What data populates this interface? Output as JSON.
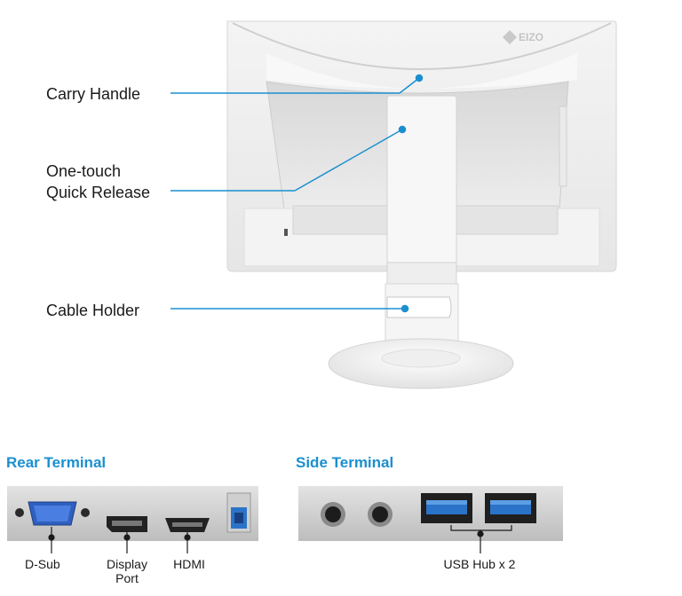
{
  "brand_logo": "EIZO",
  "callouts": {
    "carry_handle": "Carry Handle",
    "quick_release_line1": "One-touch",
    "quick_release_line2": "Quick Release",
    "cable_holder": "Cable Holder"
  },
  "rear_terminal": {
    "title": "Rear Terminal",
    "ports": {
      "dsub": "D-Sub",
      "displayport_line1": "Display",
      "displayport_line2": "Port",
      "hdmi": "HDMI"
    }
  },
  "side_terminal": {
    "title": "Side Terminal",
    "usb_hub": "USB Hub x 2"
  },
  "colors": {
    "accent": "#1a8fd0",
    "vga_blue": "#2f5fbf",
    "usb_blue": "#2b73c8"
  }
}
